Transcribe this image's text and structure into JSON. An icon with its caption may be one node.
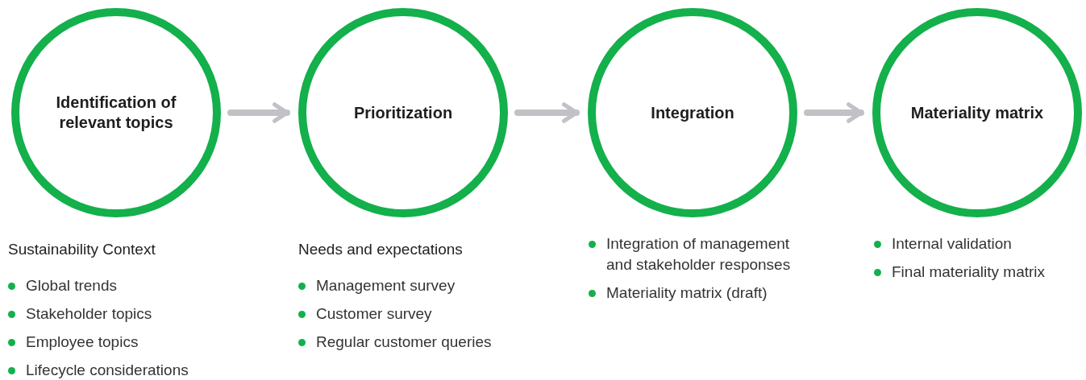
{
  "diagram": {
    "nodes": [
      {
        "text": [
          "Identification of relevant topics"
        ],
        "beside": [
          "Global trends",
          "Stakeholder topics",
          "Employee topics",
          "Lifecycle considerations"
        ]
      },
      {
        "text": [
          "Prioritization"
        ],
        "beside": [
          "Management survey",
          "Customer survey",
          "Regular customer queries"
        ]
      },
      {
        "text": [
          "Integration"
        ],
        "beside": [
          "Integration of management and stakeholder responses",
          "Materiality matrix (draft)"
        ]
      },
      {
        "text": [
          "Materiality matrix"
        ],
        "beside": [
          "Internal validation",
          "Final materiality matrix"
        ]
      }
    ],
    "edges": [
      {
        "from": 0,
        "to": 1,
        "arrow": "to"
      },
      {
        "from": 1,
        "to": 2,
        "arrow": "to"
      },
      {
        "from": 2,
        "to": 3,
        "arrow": "to"
      }
    ],
    "labels": [
      "Sustainability Context",
      "Needs and expectations"
    ]
  }
}
